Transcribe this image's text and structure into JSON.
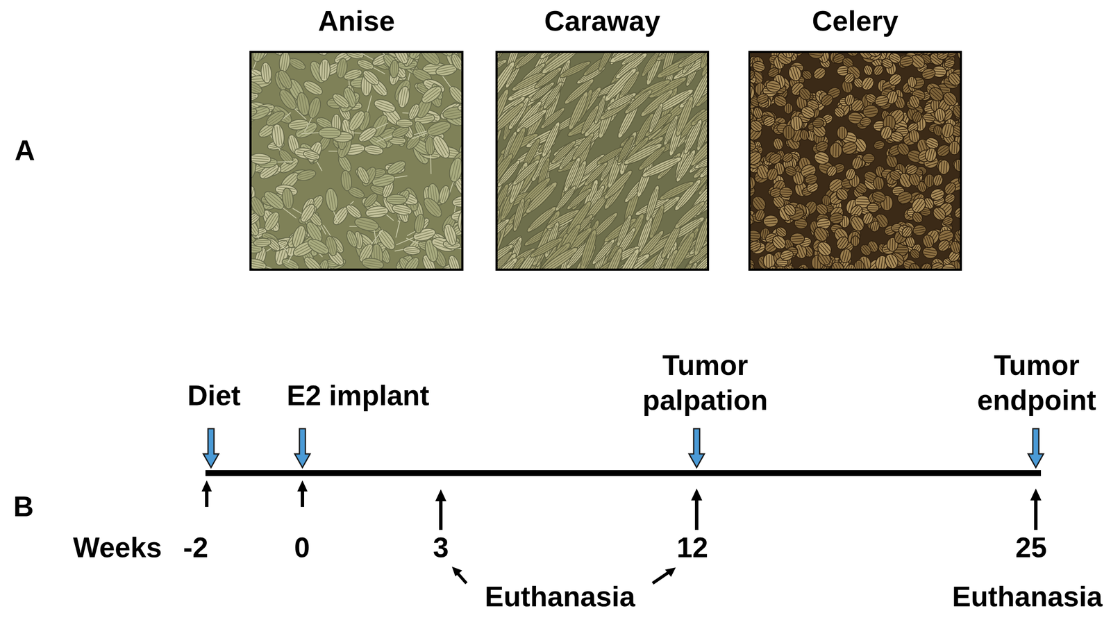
{
  "diagram": {
    "nodes": [
      {
        "text": [
          "Anise"
        ]
      },
      {
        "text": [
          "Caraway"
        ]
      },
      {
        "text": [
          "Celery"
        ]
      }
    ],
    "labels": [
      "A",
      "Diet",
      "E2 implant",
      "Tumor palpation",
      "Tumor endpoint",
      "B",
      "Weeks",
      "-2",
      "0",
      "3",
      "12",
      "25",
      "Euthanasia",
      "Euthanasia"
    ]
  }
}
